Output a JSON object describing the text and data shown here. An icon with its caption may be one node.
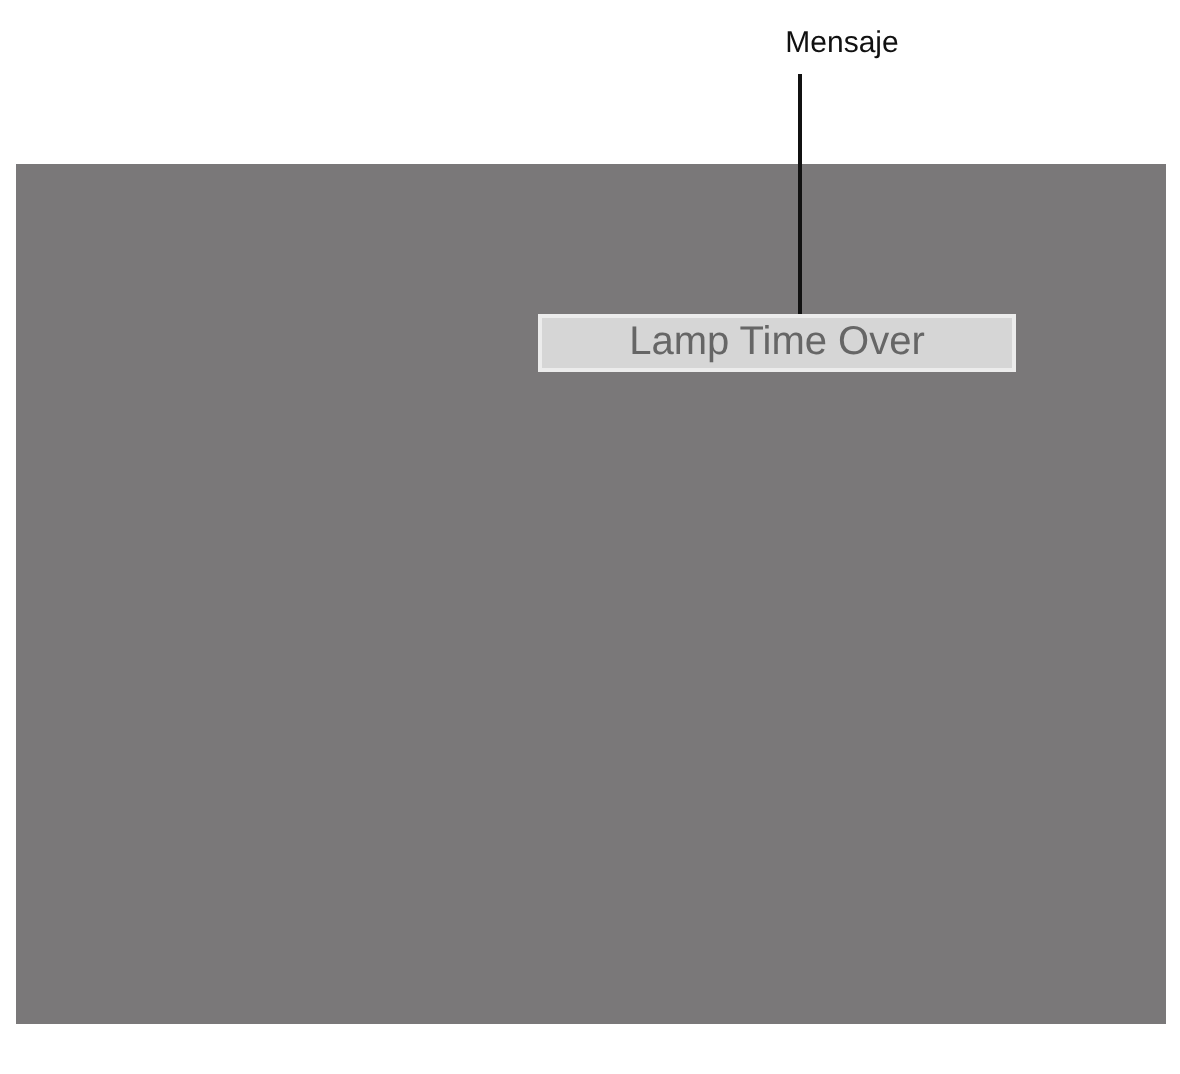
{
  "diagram": {
    "nodes": [
      {
        "text": [
          "Mensaje"
        ]
      },
      {
        "text": [],
        "shape": "box"
      },
      {
        "text": [
          "Lamp Time Over"
        ],
        "in": 1
      }
    ],
    "edges": [
      {
        "from": 0,
        "to": 2,
        "arrow": "none"
      }
    ]
  }
}
